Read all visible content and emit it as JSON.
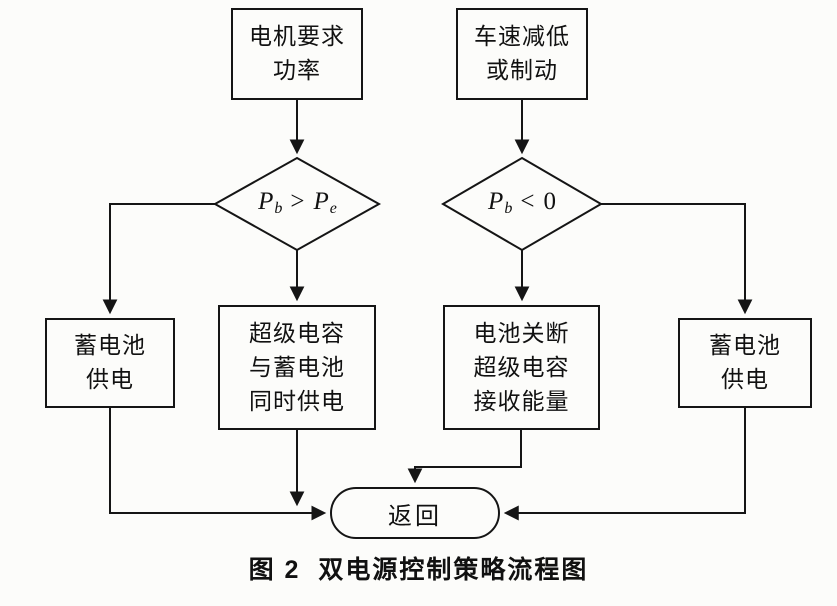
{
  "figure": {
    "caption_prefix": "图 2",
    "caption_text": "双电源控制策略流程图"
  },
  "nodes": {
    "motor_power": {
      "lines": [
        "电机要求",
        "功率"
      ]
    },
    "speed_brake": {
      "lines": [
        "车速减低",
        "或制动"
      ]
    },
    "decision_left": {
      "var1": "P",
      "sub1": "b",
      "op": ">",
      "var2": "P",
      "sub2": "e"
    },
    "decision_right": {
      "var1": "P",
      "sub1": "b",
      "op": "<",
      "value": "0"
    },
    "battery_left": {
      "lines": [
        "蓄电池",
        "供电"
      ]
    },
    "supercap_battery": {
      "lines": [
        "超级电容",
        "与蓄电池",
        "同时供电"
      ]
    },
    "battery_off": {
      "lines": [
        "电池关断",
        "超级电容",
        "接收能量"
      ]
    },
    "battery_right": {
      "lines": [
        "蓄电池",
        "供电"
      ]
    },
    "terminator": {
      "label": "返回"
    }
  },
  "colors": {
    "stroke": "#151515",
    "background": "#fcfcfa"
  }
}
